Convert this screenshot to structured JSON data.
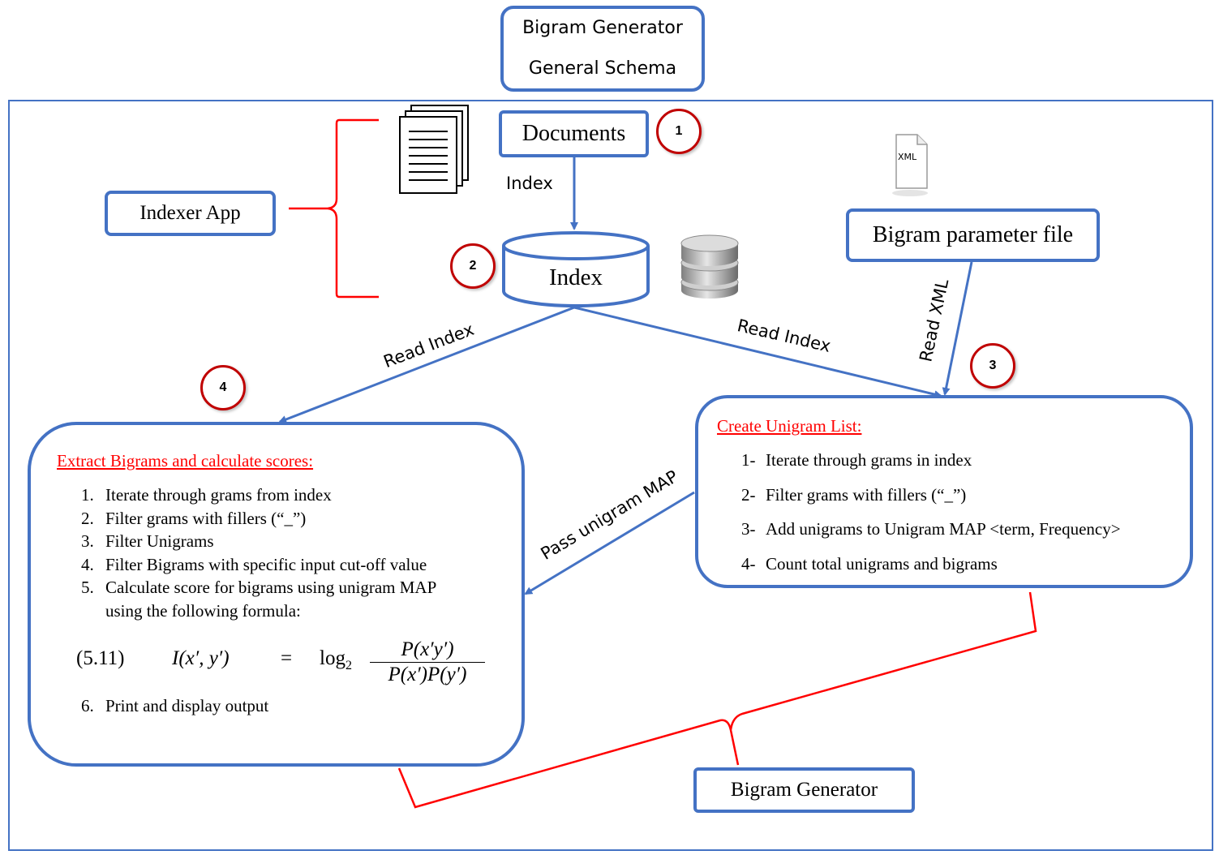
{
  "title": {
    "line1": "Bigram Generator",
    "line2": "General Schema"
  },
  "nodes": {
    "documents": "Documents",
    "indexer_app": "Indexer App",
    "index": "Index",
    "bigram_param_file": "Bigram parameter file",
    "bigram_generator": "Bigram Generator",
    "xml_icon_text": "XML"
  },
  "badges": [
    "1",
    "2",
    "3",
    "4"
  ],
  "edge_labels": {
    "index": "Index",
    "read_index_left": "Read Index",
    "read_index_right": "Read Index",
    "read_xml": "Read XML",
    "pass_unigram_map": "Pass unigram MAP"
  },
  "extract_box": {
    "title": "Extract Bigrams and calculate scores:",
    "items": [
      {
        "num": "1.",
        "text": "Iterate through grams from index"
      },
      {
        "num": "2.",
        "text": "Filter grams with fillers (“_”)"
      },
      {
        "num": "3.",
        "text": "Filter Unigrams"
      },
      {
        "num": "4.",
        "text": "Filter Bigrams with specific input cut-off value"
      },
      {
        "num": "5.",
        "text": "Calculate  score for bigrams using unigram MAP"
      },
      {
        "num": "",
        "text": "using the following formula:"
      }
    ],
    "formula": {
      "number": "(5.11)",
      "lhs": "I(x′, y′)",
      "eq": "=",
      "log": "log",
      "log_base": "2",
      "numerator": "P(x′y′)",
      "denominator": "P(x′)P(y′)"
    },
    "last_item": {
      "num": "6.",
      "text": "Print and display output"
    }
  },
  "unigram_box": {
    "title": "Create Unigram List:",
    "items": [
      {
        "num": "1-",
        "text": "Iterate through grams in index"
      },
      {
        "num": "2-",
        "text": "Filter grams with fillers (“_”)"
      },
      {
        "num": "3-",
        "text": "Add unigrams to Unigram MAP <term, Frequency>"
      },
      {
        "num": "4-",
        "text": "Count total unigrams and bigrams"
      }
    ]
  },
  "colors": {
    "blue": "#4472c4",
    "red": "#ff0000",
    "dark_red": "#c00000"
  }
}
